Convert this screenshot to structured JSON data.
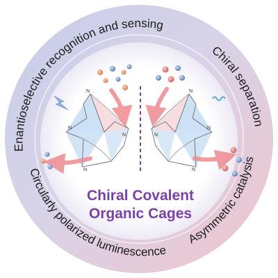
{
  "diagram": {
    "center_title_lines": [
      "Chiral Covalent",
      "Organic Cages"
    ],
    "ring_labels": {
      "top_left": "Enantioselective recognition and sensing",
      "top_right": "Chiral separation",
      "bottom_right": "Asymmetric catalysis",
      "bottom_left": "Circularly polarized luminescence"
    },
    "atom_labels": [
      "N",
      "N",
      "N",
      "N",
      "N",
      "N",
      "N",
      "N"
    ],
    "colors": {
      "ring_blue": "#c9cfe8",
      "ring_pink": "#ecc6cf",
      "title_purple": "#7b3fb0",
      "arrow_pink": "#ee8a90",
      "face_blue": "#aacdee",
      "face_pink": "#f3c1c6",
      "divider": "#7b3fb0",
      "sphere_orange": "#e68a55",
      "sphere_blue": "#6f94c6",
      "sphere_red": "#e07878",
      "lightning": "#8fb3e6",
      "wave": "#5aa6e0"
    }
  }
}
